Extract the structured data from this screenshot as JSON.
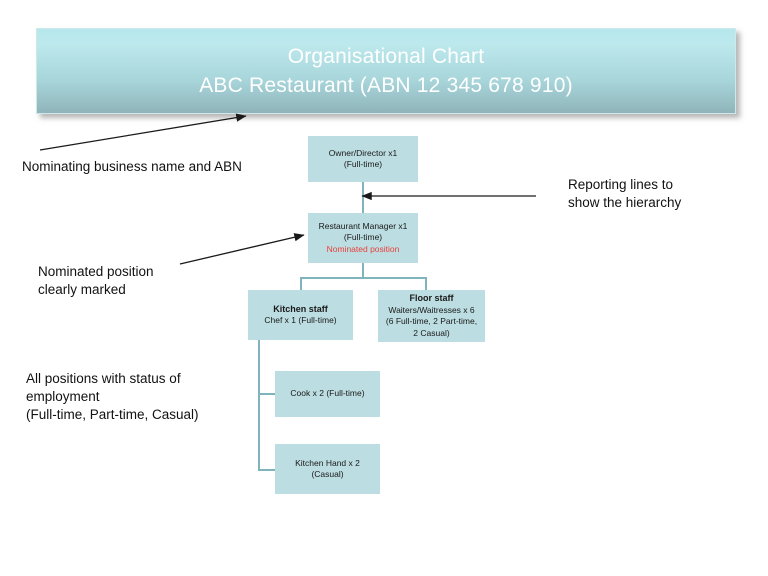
{
  "banner": {
    "line1": "Organisational Chart",
    "line2": "ABC Restaurant (ABN 12 345 678 910)"
  },
  "nodes": {
    "owner": {
      "line1": "Owner/Director x1",
      "line2": "(Full-time)"
    },
    "manager": {
      "line1": "Restaurant Manager x1",
      "line2": "(Full-time)",
      "line3": "Nominated position"
    },
    "kitchen": {
      "line1": "Kitchen staff",
      "line2": "Chef x 1  (Full-time)"
    },
    "floor": {
      "line1": "Floor staff",
      "line2": "Waiters/Waitresses x 6",
      "line3": "(6 Full-time, 2 Part-time,",
      "line4": "2 Casual)"
    },
    "cook": {
      "line1": "Cook x 2 (Full-time)"
    },
    "hand": {
      "line1": "Kitchen Hand x 2",
      "line2": "(Casual)"
    }
  },
  "notes": {
    "abn": "Nominating business name and ABN",
    "reporting": "Reporting lines to\nshow the hierarchy",
    "nominated": "Nominated position\nclearly marked",
    "status": "All positions with status of\nemployment\n(Full-time, Part-time, Casual)"
  },
  "colors": {
    "box_fill": "#bcdde1",
    "banner_top": "#b6e7ec",
    "banner_bottom": "#8fb4ba",
    "connector": "#7fb4bd",
    "nominated_text": "#e8423c",
    "banner_text": "#ffffff",
    "note_text": "#111111",
    "arrow": "#1a1a1a"
  }
}
